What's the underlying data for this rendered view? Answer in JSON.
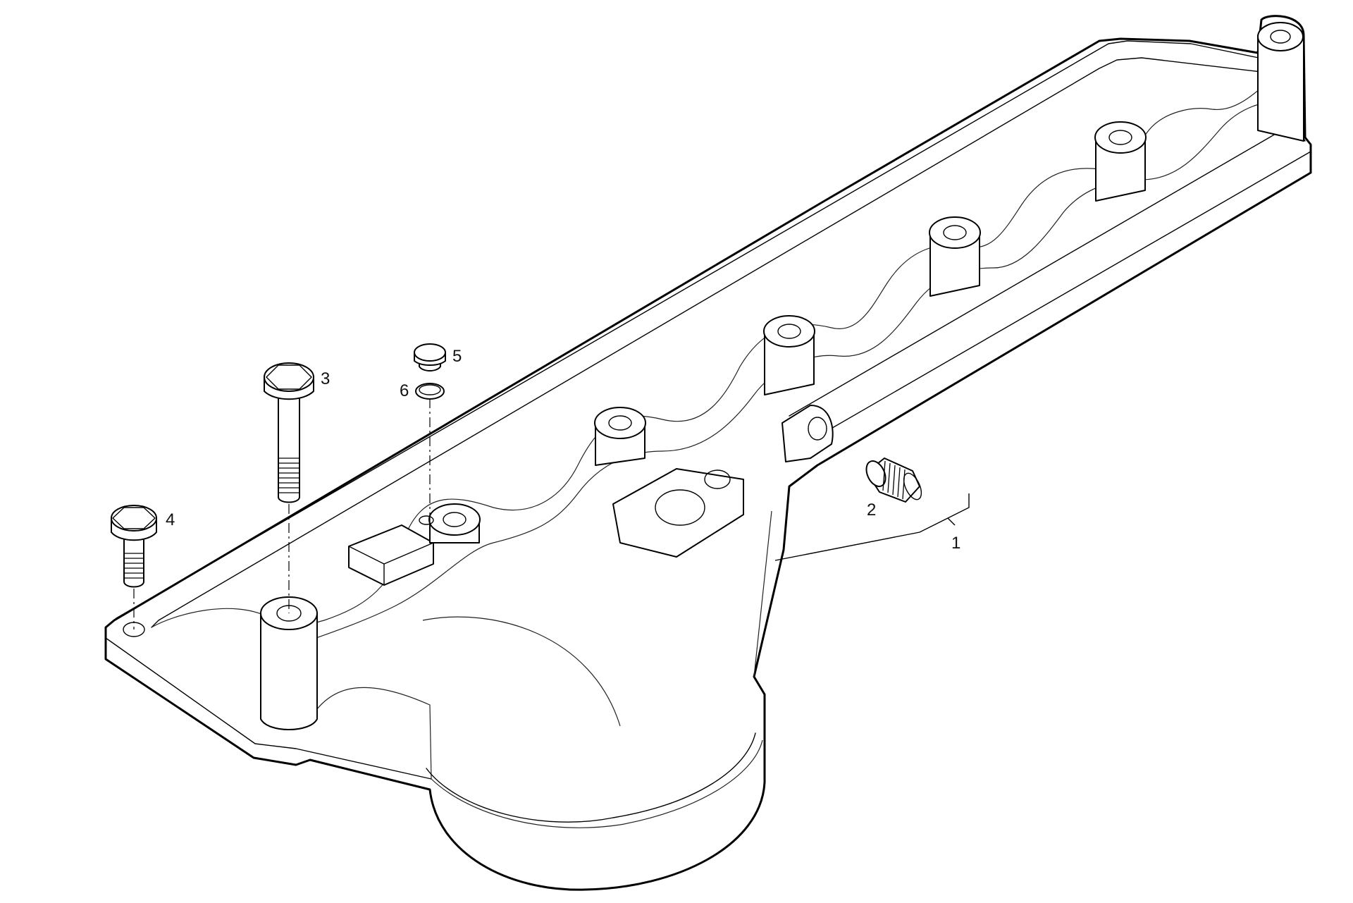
{
  "diagram": {
    "callouts": [
      {
        "id": "1"
      },
      {
        "id": "2"
      },
      {
        "id": "3"
      },
      {
        "id": "4"
      },
      {
        "id": "5"
      },
      {
        "id": "6"
      }
    ]
  }
}
